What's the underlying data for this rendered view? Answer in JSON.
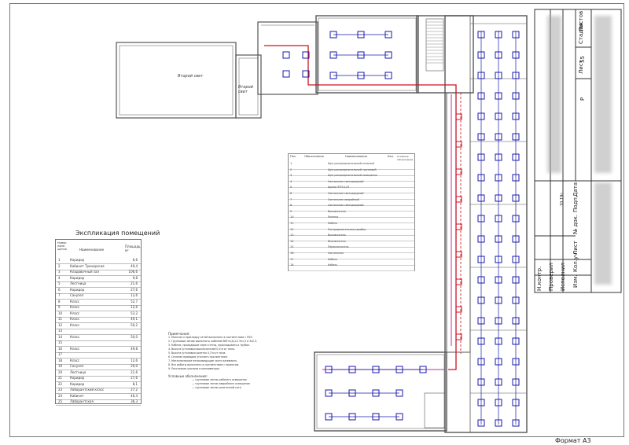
{
  "sheet": {
    "format_label": "Формат А3"
  },
  "rooms_left": {
    "second_light_a": "Второй свет",
    "second_light_b": "Второй свет"
  },
  "legend_table": {
    "headers": [
      "Поз.",
      "Обозначение",
      "Наименование",
      "Кол.",
      "Условное обозначение"
    ],
    "rows": [
      {
        "num": "1",
        "name": "Щит распределительный этажный"
      },
      {
        "num": "2",
        "name": "Щит распределительный групповой"
      },
      {
        "num": "3",
        "name": "Щит распределительный освещения"
      },
      {
        "num": "4",
        "name": "Светильник светодиодный"
      },
      {
        "num": "5",
        "name": "Щиток ЯТП-0,25"
      },
      {
        "num": "6",
        "name": "Светильник светодиодный"
      },
      {
        "num": "7",
        "name": "Светильник аварийный"
      },
      {
        "num": "8",
        "name": "Светильник светодиодный"
      },
      {
        "num": "9",
        "name": "Выключатель"
      },
      {
        "num": "10",
        "name": "Розетка"
      },
      {
        "num": "11",
        "name": "Кабель"
      },
      {
        "num": "12",
        "name": "Распределительная коробка"
      },
      {
        "num": "13",
        "name": "Выключатель"
      },
      {
        "num": "14",
        "name": "Выключатель"
      },
      {
        "num": "15",
        "name": "Переключатель"
      },
      {
        "num": "16",
        "name": "Светильник"
      },
      {
        "num": "17",
        "name": "Кабель"
      },
      {
        "num": "18",
        "name": "Кабель"
      }
    ]
  },
  "explication": {
    "title": "Экспликация помещений",
    "headers": {
      "num": "Номер поме- щения",
      "name": "Наименование",
      "area": "Площадь, м²"
    },
    "rows": [
      {
        "num": "1",
        "name": "Коридор",
        "area": "6,6"
      },
      {
        "num": "2",
        "name": "Кабинет Тренерская",
        "area": "49,4"
      },
      {
        "num": "3",
        "name": "Кладовочный зал",
        "area": "106,6"
      },
      {
        "num": "4",
        "name": "Коридор",
        "area": "9,8"
      },
      {
        "num": "5",
        "name": "Лестница",
        "area": "21,6"
      },
      {
        "num": "6",
        "name": "Коридор",
        "area": "27,6"
      },
      {
        "num": "7",
        "name": "Санузел",
        "area": "12,6"
      },
      {
        "num": "8",
        "name": "Класс",
        "area": "52,7"
      },
      {
        "num": "9",
        "name": "Класс",
        "area": "12,6"
      },
      {
        "num": "10",
        "name": "Класс",
        "area": "52,2"
      },
      {
        "num": "11",
        "name": "Класс",
        "area": "49,1"
      },
      {
        "num": "12",
        "name": "Класс",
        "area": "50,2"
      },
      {
        "num": "13",
        "name": "",
        "area": ""
      },
      {
        "num": "14",
        "name": "Класс",
        "area": "50,0"
      },
      {
        "num": "15",
        "name": "",
        "area": ""
      },
      {
        "num": "16",
        "name": "Класс",
        "area": "49,8"
      },
      {
        "num": "17",
        "name": "",
        "area": ""
      },
      {
        "num": "18",
        "name": "Класс",
        "area": "12,6"
      },
      {
        "num": "19",
        "name": "Санузел",
        "area": "20,0"
      },
      {
        "num": "20",
        "name": "Лестница",
        "area": "21,6"
      },
      {
        "num": "21",
        "name": "Коридор",
        "area": "27,6"
      },
      {
        "num": "22",
        "name": "Коридор",
        "area": "8,1"
      },
      {
        "num": "23",
        "name": "Лаборантский класс",
        "area": "27,2"
      },
      {
        "num": "24",
        "name": "Кабинет",
        "area": "46,4"
      },
      {
        "num": "25",
        "name": "Лаборантская",
        "area": "36,3"
      }
    ]
  },
  "notes": {
    "title": "Примечания:",
    "lines": [
      "1. Монтаж и прокладку сетей выполнять в соответствии с ПУЭ.",
      "2. Групповые линии выполнить кабелем ВВГнг(А)-LS 3х1,5 и 3х2,5.",
      "3. Кабели, проходящие через стены, прокладывать в трубах.",
      "4. Высота установки выключателей 0,9 м от пола.",
      "5. Высота установки розеток 0,3 м от пола.",
      "6. Сечения проводов уточнить при монтаже.",
      "7. Металлические нетоковедущие части заземлить.",
      "8. Все работы выполнять в соответствии с проектом.",
      "9. Расстояния указаны в миллиметрах."
    ],
    "legend_title": "Условные обозначения:",
    "legend_lines": [
      "— групповые линии рабочего освещения",
      "— групповые линии аварийного освещения",
      "— групповые линии розеточной сети"
    ]
  },
  "title_block": {
    "stage": "Стадия",
    "sheet": "Лист",
    "sheets": "Листов",
    "stage_val": "Р",
    "sheets_val": "55",
    "izm": "Изм.",
    "kol": "Кол.уч",
    "list": "Лист",
    "doc": "№ док.",
    "sign": "Подп.",
    "date": "Дата",
    "executor": "Исполнил",
    "checker": "Проверил",
    "norm": "Н.контр.",
    "date_val": "10.19г."
  },
  "colors": {
    "wall": "#555555",
    "fixture_blue": "#1a1aaa",
    "red_line": "#d01020",
    "magenta": "#c0309a",
    "hatch": "#888888"
  }
}
